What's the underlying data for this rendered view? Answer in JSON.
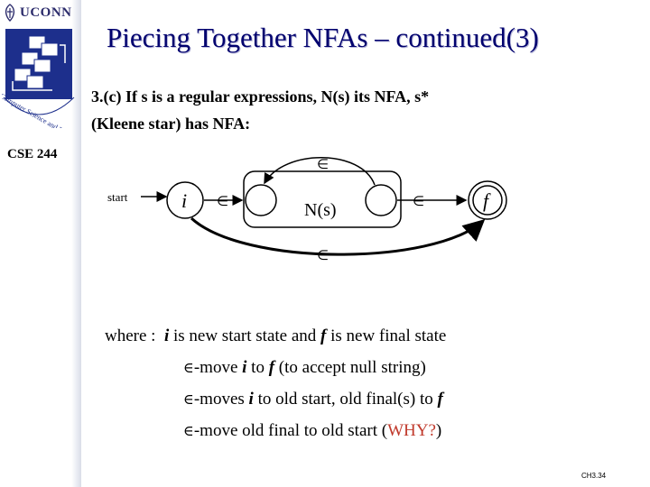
{
  "header": {
    "brand": "UCONN",
    "course": "CSE 244",
    "logo_text": "Computer Science and Engineering"
  },
  "slide": {
    "title": "Piecing Together NFAs – continued(3)",
    "intro_line1": "3.(c) If s is a regular expressions, N(s) its NFA,  s*",
    "intro_line2": "(Kleene star) has NFA:"
  },
  "diagram": {
    "start_label": "start",
    "state_i": "i",
    "state_f": "f",
    "inner_label": "N(s)",
    "epsilon": "∈"
  },
  "where": {
    "lead": "where :",
    "line1_i": "i",
    "line1_a": " is new start state and ",
    "line1_f": "f",
    "line1_b": " is new final state",
    "line2_a": "-move ",
    "line2_i": "i",
    "line2_to": " to ",
    "line2_f": "f",
    "line2_b": "  (to accept null string)",
    "line3_a": "-moves ",
    "line3_i": "i",
    "line3_b": " to old start, old final(s) to ",
    "line3_f": "f",
    "line4_a": "-move old final to old start  (",
    "line4_why": "WHY?",
    "line4_b": ")"
  },
  "footer": {
    "slide_number": "CH3.34"
  },
  "colors": {
    "title": "#00006e",
    "why": "#c0392b",
    "logo": "#1d2f8c"
  }
}
